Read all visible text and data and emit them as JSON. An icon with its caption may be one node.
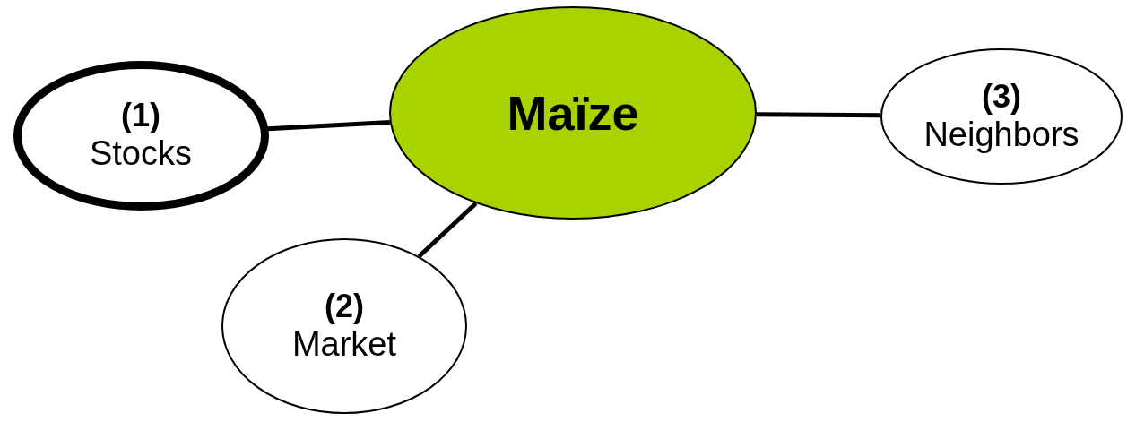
{
  "diagram": {
    "nodes": [
      {
        "text": [
          "(1)",
          "Stocks"
        ]
      },
      {
        "text": [
          "Maïze"
        ]
      },
      {
        "text": [
          "(3)",
          "Neighbors"
        ]
      },
      {
        "text": [
          "(2)",
          "Market"
        ]
      }
    ],
    "edges": [
      {
        "from": 0,
        "to": 1,
        "arrow": "none"
      },
      {
        "from": 1,
        "to": 2,
        "arrow": "none"
      },
      {
        "from": 1,
        "to": 3,
        "arrow": "none"
      }
    ]
  }
}
